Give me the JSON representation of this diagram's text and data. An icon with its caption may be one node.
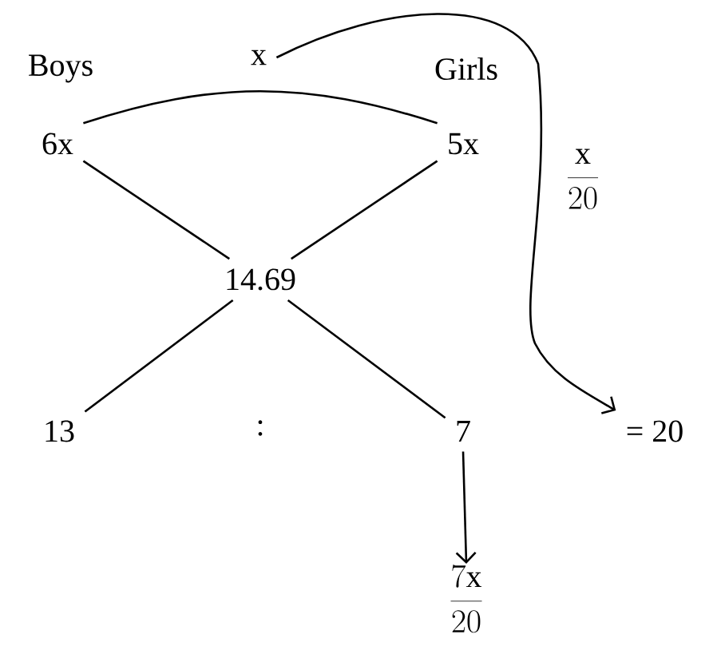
{
  "diagram": {
    "nodes": [
      {
        "text": [
          "6x"
        ]
      },
      {
        "text": [
          "5x"
        ]
      },
      {
        "text": [
          "14.69"
        ]
      },
      {
        "text": [
          "13"
        ]
      },
      {
        "text": [
          "7"
        ]
      },
      {
        "text": [
          "\\frac{7\\mathrm{x}}{20}"
        ]
      },
      {
        "text": [
          "= 20"
        ]
      },
      {
        "text": [
          "x"
        ]
      }
    ],
    "edges": [
      {
        "from": 0,
        "to": 1,
        "arrow": "none"
      },
      {
        "from": 0,
        "to": 2,
        "arrow": "none"
      },
      {
        "from": 1,
        "to": 2,
        "arrow": "none"
      },
      {
        "from": 2,
        "to": 3,
        "arrow": "none"
      },
      {
        "from": 2,
        "to": 4,
        "arrow": "none"
      },
      {
        "from": 4,
        "to": 5,
        "arrow": "to"
      },
      {
        "from": 7,
        "to": 6,
        "arrow": "to",
        "label": "\\frac{\\mathrm{x}}{20}"
      }
    ],
    "labels": [
      "Boys",
      "Girls",
      ":"
    ]
  }
}
